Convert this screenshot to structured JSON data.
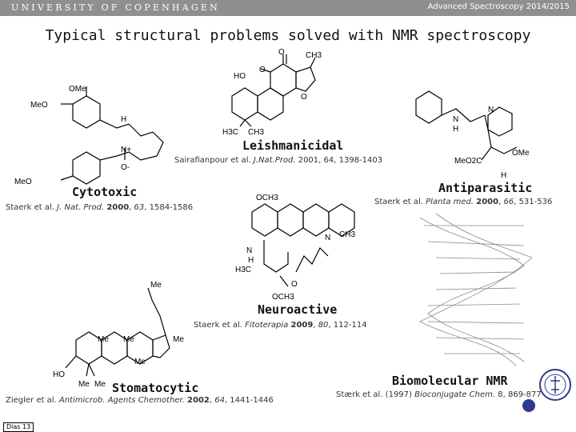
{
  "header": {
    "university": "UNIVERSITY OF COPENHAGEN",
    "course": "Advanced Spectroscopy 2014/2015"
  },
  "title": "Typical structural problems solved with NMR spectroscopy",
  "examples": {
    "leishmanicidal": {
      "label": "Leishmanicidal",
      "ref": {
        "authors": "Sairafianpour et al.",
        "journal": "J.Nat.Prod.",
        "year": "2001",
        "volume": "64",
        "pages": "1398-1403"
      }
    },
    "cytotoxic": {
      "label": "Cytotoxic",
      "ref": {
        "authors": "Staerk et al.",
        "journal": "J. Nat. Prod.",
        "year": "2000",
        "volume": "63",
        "pages": "1584-1586"
      }
    },
    "antiparasitic": {
      "label": "Antiparasitic",
      "ref": {
        "authors": "Staerk et al.",
        "journal": "Planta med.",
        "year": "2000",
        "volume": "66",
        "pages": "531-536"
      }
    },
    "neuroactive": {
      "label": "Neuroactive",
      "ref": {
        "authors": "Staerk et al.",
        "journal": "Fitoterapia",
        "year": "2009",
        "volume": "80",
        "pages": "112-114"
      }
    },
    "stomatocytic": {
      "label": "Stomatocytic",
      "ref": {
        "authors": "Ziegler et al.",
        "journal": "Antimicrob. Agents Chemother.",
        "year": "2002",
        "volume": "64",
        "pages": "1441-1446"
      }
    },
    "biomolecular": {
      "label": "Biomolecular NMR",
      "ref": {
        "authors": "Stærk et al. (1997)",
        "journal": "Bioconjugate Chem.",
        "rest": "8, 869-877"
      }
    }
  },
  "molecule_labels": {
    "tanshinone": {
      "o1": "O",
      "ch3_top": "CH3",
      "ho": "HO",
      "o2": "O",
      "o3": "O",
      "h3c": "H3C",
      "ch3": "CH3"
    },
    "cytotoxic_mol": {
      "ome_top": "OMe",
      "meo_left": "MeO",
      "h": "H",
      "n_plus": "N+",
      "o_minus": "O-",
      "meo_bottom": "MeO"
    },
    "antiparasitic_mol": {
      "n1": "N",
      "n2": "N",
      "h1": "H",
      "ome": "OMe",
      "meo2c": "MeO2C",
      "h2": "H"
    },
    "neuroactive_mol": {
      "och3_top": "OCH3",
      "n": "N",
      "ch3": "CH3",
      "nh": "N",
      "h": "H",
      "h3c": "H3C",
      "och3_bottom": "OCH3",
      "o": "O"
    },
    "stomatocytic_mol": {
      "me_top": "Me",
      "me1": "Me",
      "me2": "Me",
      "me3": "Me",
      "me4": "Me",
      "ho": "HO",
      "me5": "Me",
      "me6": "Me"
    }
  },
  "footer": {
    "slide": "Dias 13"
  },
  "colors": {
    "header_bg": "#8f8f8f",
    "logo": "#2e3a8a"
  },
  "icons": {
    "university_logo": "university-seal-icon",
    "decorative_dot": "circle-dot-icon"
  }
}
